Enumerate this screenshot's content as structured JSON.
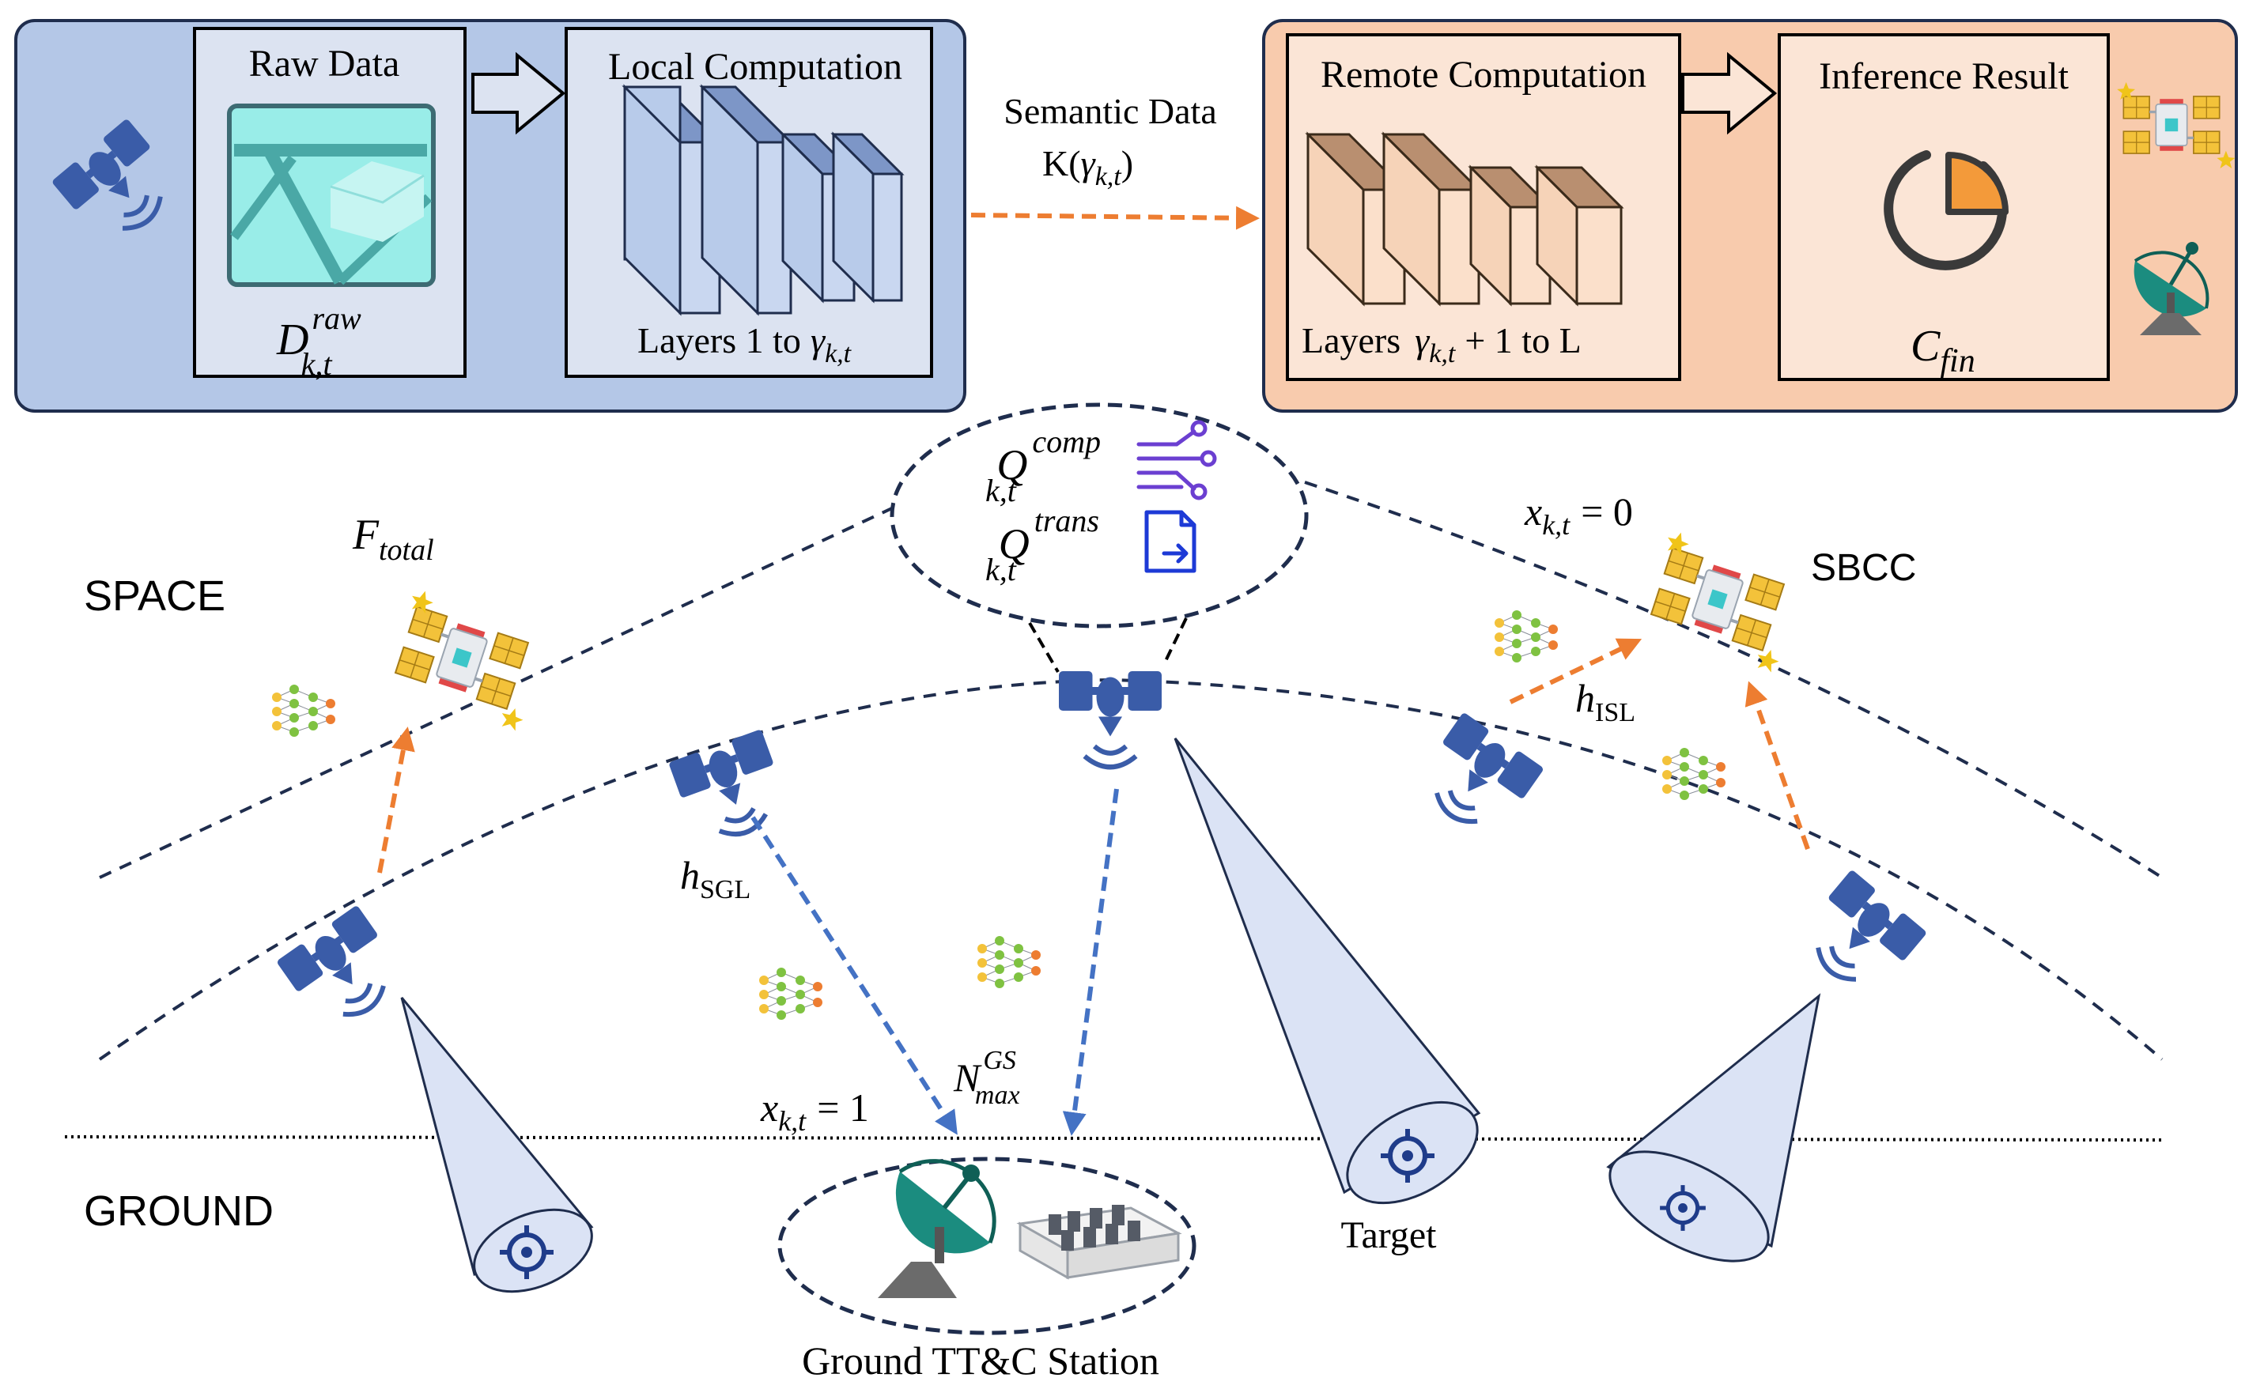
{
  "top_left_panel": {
    "raw_box": {
      "title": "Raw Data",
      "symbol": "D",
      "sup": "raw",
      "sub": "k,t"
    },
    "local_box": {
      "title": "Local Computation",
      "caption_prefix": "Layers 1 to",
      "caption_math": "γ",
      "caption_sub": "k,t"
    }
  },
  "middle_link": {
    "line1": "Semantic Data",
    "line2_prefix": "K(",
    "line2_math": "γ",
    "line2_sub": "k,t",
    "line2_suffix": ")"
  },
  "top_right_panel": {
    "remote_box": {
      "title": "Remote Computation",
      "caption_prefix": "Layers",
      "caption_math": "γ",
      "caption_sub": "k,t",
      "caption_suffix": "+ 1 to L"
    },
    "result_box": {
      "title": "Inference Result",
      "symbol": "C",
      "sub": "fin"
    }
  },
  "labels": {
    "space": "SPACE",
    "ground": "GROUND",
    "f_total": {
      "symbol": "F",
      "sub": "total"
    },
    "q_comp": {
      "symbol": "Q",
      "sup": "comp",
      "sub": "k,t"
    },
    "q_trans": {
      "symbol": "Q",
      "sup": "trans",
      "sub": "k,t"
    },
    "x_zero": {
      "symbol": "x",
      "sub": "k,t",
      "rhs": "= 0"
    },
    "x_one": {
      "symbol": "x",
      "sub": "k,t",
      "rhs": "= 1"
    },
    "sbcc": "SBCC",
    "h_isl": {
      "symbol": "h",
      "sub": "ISL"
    },
    "h_sgl": {
      "symbol": "h",
      "sub": "SGL"
    },
    "n_max": {
      "symbol": "N",
      "sup": "GS",
      "sub": "max"
    },
    "target": "Target",
    "station": "Ground TT&C Station"
  },
  "colors": {
    "blue_panel": "#b4c7e7",
    "orange_panel": "#f8cbad",
    "satellite_blue": "#3a5ca8",
    "orbit_line": "#1f2d4d",
    "arrow_orange": "#ed7d31",
    "arrow_blue": "#4472c4",
    "beam_fill": "#dbe3f5"
  }
}
